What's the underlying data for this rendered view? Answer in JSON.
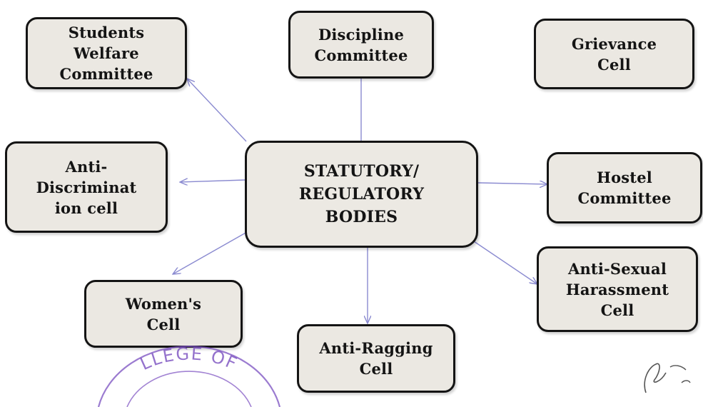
{
  "diagram": {
    "center": "STATUTORY/\nREGULATORY\nBODIES",
    "nodes": {
      "students_welfare": "Students\nWelfare\nCommittee",
      "discipline": "Discipline\nCommittee",
      "grievance": "Grievance\nCell",
      "anti_discrimination": "Anti-\nDiscriminat\nion cell",
      "hostel": "Hostel\nCommittee",
      "womens": "Women's\nCell",
      "anti_ragging": "Anti-Ragging\nCell",
      "anti_sexual_harassment": "Anti-Sexual\nHarassment\nCell"
    },
    "seal_text": "LLEGE OF",
    "colors": {
      "box_fill": "#ebe8e2",
      "border": "#141414",
      "arrow": "#8a8ad0",
      "seal": "#7a4fc0"
    }
  }
}
